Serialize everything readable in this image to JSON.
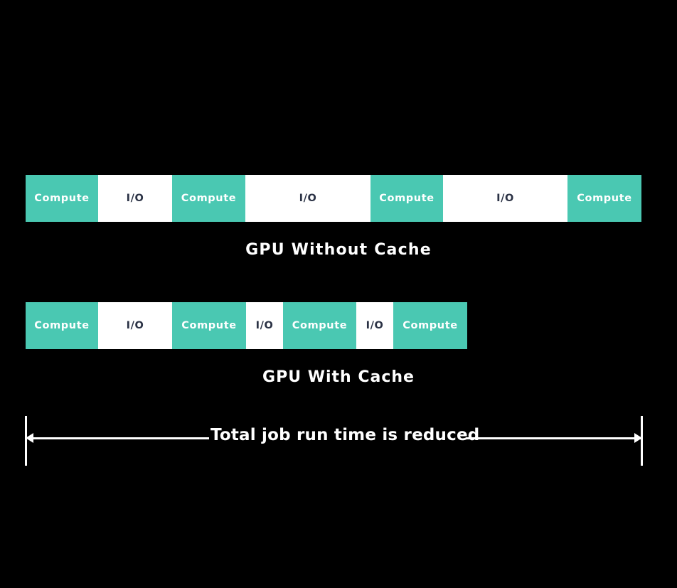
{
  "figure": {
    "background_color": "#000000",
    "compute_color": "#4AC8B2",
    "io_color": "#FFFFFF",
    "io_text_color": "#2B3245",
    "label_color": "#FFFFFF"
  },
  "rows": [
    {
      "id": "without-cache",
      "caption": "GPU Without Cache",
      "blocks": [
        {
          "label": "Compute",
          "kind": "compute",
          "width": 102
        },
        {
          "label": "I/O",
          "kind": "io",
          "width": 104
        },
        {
          "label": "Compute",
          "kind": "compute",
          "width": 103
        },
        {
          "label": "I/O",
          "kind": "io",
          "width": 176
        },
        {
          "label": "Compute",
          "kind": "compute",
          "width": 102
        },
        {
          "label": "I/O",
          "kind": "io",
          "width": 175
        },
        {
          "label": "Compute",
          "kind": "compute",
          "width": 104
        }
      ]
    },
    {
      "id": "with-cache",
      "caption": "GPU With Cache",
      "blocks": [
        {
          "label": "Compute",
          "kind": "compute",
          "width": 102
        },
        {
          "label": "I/O",
          "kind": "io",
          "width": 104
        },
        {
          "label": "Compute",
          "kind": "compute",
          "width": 104
        },
        {
          "label": "I/O",
          "kind": "io",
          "width": 52
        },
        {
          "label": "Compute",
          "kind": "compute",
          "width": 103
        },
        {
          "label": "I/O",
          "kind": "io",
          "width": 52
        },
        {
          "label": "Compute",
          "kind": "compute",
          "width": 104
        }
      ]
    }
  ],
  "measure": {
    "label": "Total job run time is reduced"
  }
}
